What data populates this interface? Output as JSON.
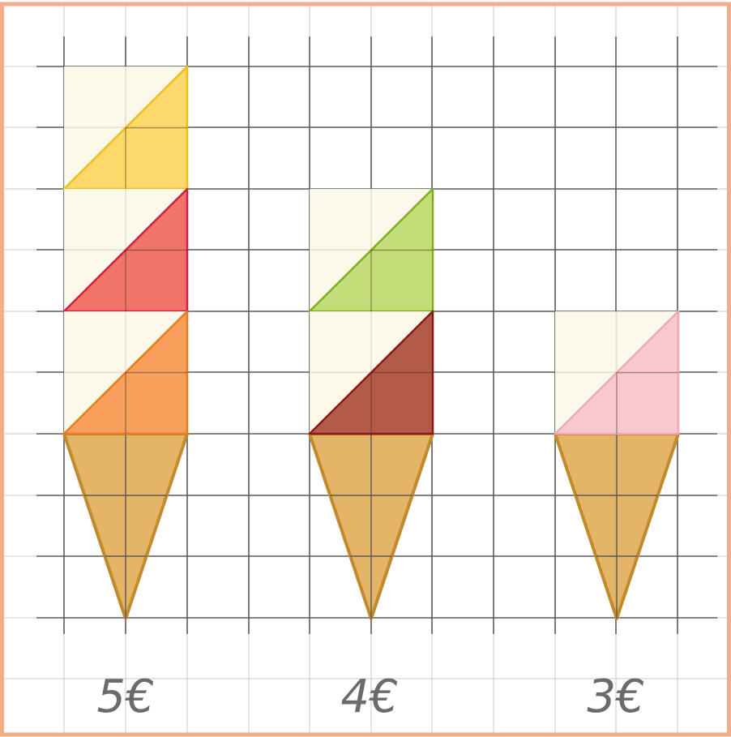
{
  "colors": {
    "frame": "#f3ad8a",
    "grid_light": "#c8c8c8",
    "grid_dark": "#5a5a5a",
    "cream": "#fcf8e8",
    "cone_fill": "#e3b15f",
    "cone_stroke": "#c28a2c"
  },
  "ice_creams": [
    {
      "price": "5€",
      "scoops": [
        {
          "flavor_color": "#fcd96a",
          "edge_color": "#e8c020"
        },
        {
          "flavor_color": "#f07468",
          "edge_color": "#d02040"
        },
        {
          "flavor_color": "#f7a05c",
          "edge_color": "#e87a20"
        }
      ]
    },
    {
      "price": "4€",
      "scoops": [
        {
          "flavor_color": "#c4dd78",
          "edge_color": "#7ab020"
        },
        {
          "flavor_color": "#b45a48",
          "edge_color": "#8a1818"
        }
      ]
    },
    {
      "price": "3€",
      "scoops": [
        {
          "flavor_color": "#f8c8d0",
          "edge_color": "#f0a8b8"
        }
      ]
    }
  ]
}
